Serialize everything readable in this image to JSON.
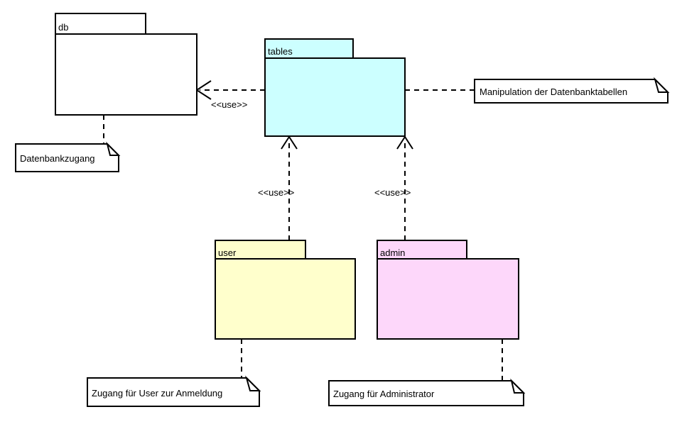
{
  "diagram_type": "uml-package-diagram",
  "background": "#ffffff",
  "line_color": "#000000",
  "packages": {
    "db": {
      "label": "db",
      "fill": "#ffffff"
    },
    "tables": {
      "label": "tables",
      "fill": "#ccffff"
    },
    "user": {
      "label": "user",
      "fill": "#ffffcc"
    },
    "admin": {
      "label": "admin",
      "fill": "#fdd7fa"
    }
  },
  "notes": {
    "db_note": {
      "text": "Datenbankzugang"
    },
    "tables_note": {
      "text": "Manipulation der Datenbanktabellen"
    },
    "user_note": {
      "text": "Zugang für User zur Anmeldung"
    },
    "admin_note": {
      "text": "Zugang für Administrator"
    }
  },
  "edges": {
    "tables_to_db": {
      "type": "dependency",
      "stereotype": "<<use>>",
      "from": "tables",
      "to": "db"
    },
    "user_to_tables": {
      "type": "dependency",
      "stereotype": "<<use>>",
      "from": "user",
      "to": "tables"
    },
    "admin_to_tables": {
      "type": "dependency",
      "stereotype": "<<use>>",
      "from": "admin",
      "to": "tables"
    }
  }
}
